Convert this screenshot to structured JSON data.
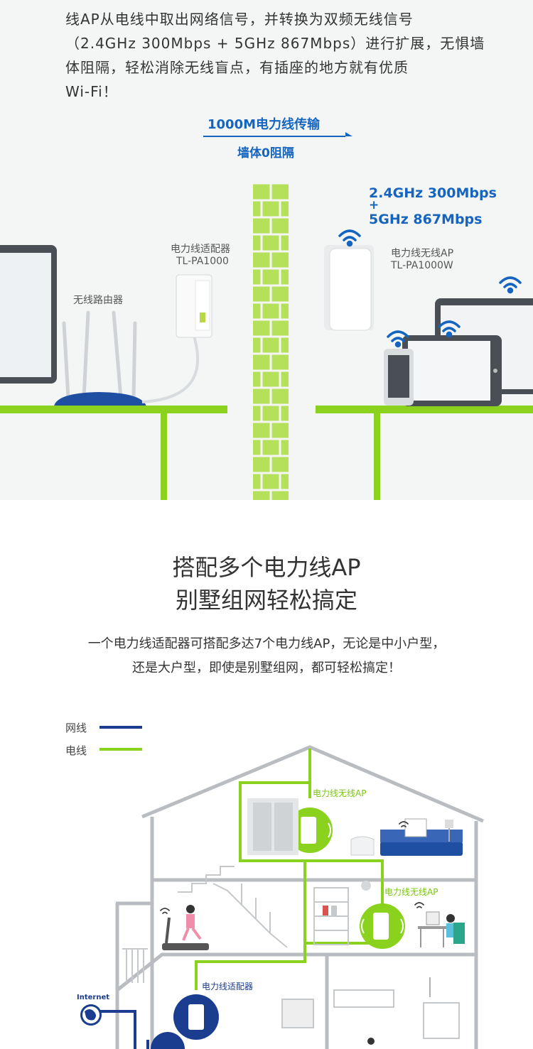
{
  "intro": {
    "lines": [
      "线AP从电线中取出网络信号，并转换为双频无线信号",
      "（2.4GHz 300Mbps + 5GHz 867Mbps）进行扩展，无惧墙",
      "体阻隔，轻松消除无线盲点，有插座的地方就有优质",
      "Wi-Fi！"
    ]
  },
  "diagram_top": {
    "transfer": "1000M电力线传输",
    "wall": "墙体0阻隔",
    "bands_1": "2.4GHz 300Mbps",
    "bands_plus": "+",
    "bands_2": "5GHz 867Mbps",
    "router_label": "无线路由器",
    "adapter_name": "电力线适配器",
    "adapter_model": "TL-PA1000",
    "ap_name": "电力线无线AP",
    "ap_model": "TL-PA1000W"
  },
  "section": {
    "title_1": "搭配多个电力线AP",
    "title_2": "别墅组网轻松搞定",
    "desc_1": "一个电力线适配器可搭配多达7个电力线AP，无论是中小户型，",
    "desc_2": "还是大户型，即使是别墅组网，都可轻松搞定！"
  },
  "legend": {
    "net": "网线",
    "power": "电线"
  },
  "house": {
    "ap_label_1": "电力线无线AP",
    "ap_label_2": "电力线无线AP",
    "adapter_label": "电力线适配器",
    "internet": "Internet"
  },
  "colors": {
    "green": "#8ad21e",
    "navy": "#1a3d8f",
    "blue": "#1565c0"
  }
}
